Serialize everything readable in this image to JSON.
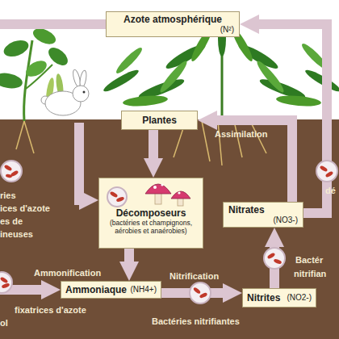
{
  "diagram": {
    "nodes": [
      {
        "text": [
          "Azote atmosphérique",
          "(N²)"
        ]
      },
      {
        "text": [
          "Plantes"
        ]
      },
      {
        "text": [
          "Décomposeurs",
          "(bactéries et champignons, aérobies et anaérobies)"
        ]
      },
      {
        "text": [
          "Nitrates",
          "(NO3-)"
        ]
      },
      {
        "text": [
          "Ammoniaque",
          "(NH4+)"
        ]
      },
      {
        "text": [
          "Nitrites",
          "(NO2-)"
        ]
      }
    ],
    "edges": [
      {
        "from": 1,
        "to": 2,
        "arrow": "to"
      },
      {
        "from": 2,
        "to": 4,
        "arrow": "to"
      },
      {
        "from": 4,
        "to": 5,
        "arrow": "to"
      },
      {
        "from": 5,
        "to": 3,
        "arrow": "to"
      },
      {
        "from": 3,
        "to": 1,
        "label": "Assimilation",
        "arrow": "to"
      },
      {
        "from": 3,
        "to": 0,
        "arrow": "to"
      }
    ],
    "labels": [
      "ries",
      "ices d'azote",
      "es de",
      "ineuses",
      "Ammonification",
      "Nitrification",
      "Bactéries nitrifiantes",
      "fixatrices d'azote",
      "ol",
      "Bactér",
      "nitrifian",
      "dé"
    ]
  }
}
